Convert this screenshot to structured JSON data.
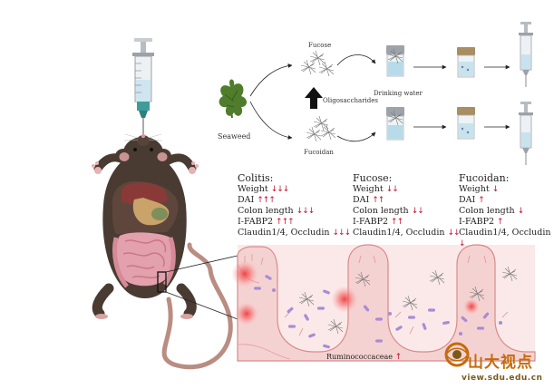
{
  "top_diagram": {
    "seaweed_label": "Seaweed",
    "fucose_label": "Fucose",
    "fucoidan_label": "Fucoidan",
    "process_label": "Oligosaccharides",
    "drinking_water_label": "Drinking water"
  },
  "panels": [
    {
      "title": "Colitis",
      "lines": [
        {
          "text": "Weight",
          "arrows": "↓↓↓"
        },
        {
          "text": "DAI",
          "arrows": "↑↑↑"
        },
        {
          "text": "Colon length",
          "arrows": "↓↓↓"
        },
        {
          "text": "I-FABP2",
          "arrows": "↑↑↑"
        },
        {
          "text": "Claudin1/4, Occludin",
          "arrows": "↓↓↓"
        }
      ]
    },
    {
      "title": "Fucose",
      "lines": [
        {
          "text": "Weight",
          "arrows": "↓↓"
        },
        {
          "text": "DAI",
          "arrows": "↑↑"
        },
        {
          "text": "Colon length",
          "arrows": "↓↓"
        },
        {
          "text": "I-FABP2",
          "arrows": "↑↑"
        },
        {
          "text": "Claudin1/4, Occludin",
          "arrows": "↓↓"
        }
      ]
    },
    {
      "title": "Fucoidan",
      "lines": [
        {
          "text": "Weight",
          "arrows": "↓"
        },
        {
          "text": "DAI",
          "arrows": "↑"
        },
        {
          "text": "Colon length",
          "arrows": "↓"
        },
        {
          "text": "I-FABP2",
          "arrows": "↑"
        },
        {
          "text": "Claudin1/4, Occludin",
          "arrows": "↓"
        }
      ]
    }
  ],
  "bacteria_label": "Ruminococcaceae",
  "bacteria_arrow": "↑",
  "watermark": {
    "name": "山大视点",
    "url": "view.sdu.edu.cn"
  },
  "colors": {
    "mouse": "#4a3b32",
    "tail": "#b98d82",
    "villus_fill": "#f5d2d2",
    "villus_edge": "#d98a8a",
    "inflammation": "#f06262",
    "accent_red": "#c8102e",
    "water": "#b8dbe9"
  }
}
